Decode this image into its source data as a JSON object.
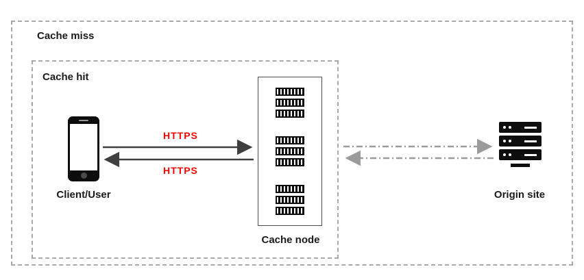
{
  "diagram": {
    "outer_box_label": "Cache miss",
    "inner_box_label": "Cache hit",
    "client_label": "Client/User",
    "cache_node_label": "Cache node",
    "origin_label": "Origin site",
    "request_label": "HTTPS",
    "response_label": "HTTPS"
  },
  "colors": {
    "https-red": "#ff0000",
    "arrow-dark": "#3f3f3f",
    "arrow-gray": "#9b9b9b",
    "border-dashed": "#a9a9a9",
    "icon-black": "#0d0d0d"
  }
}
